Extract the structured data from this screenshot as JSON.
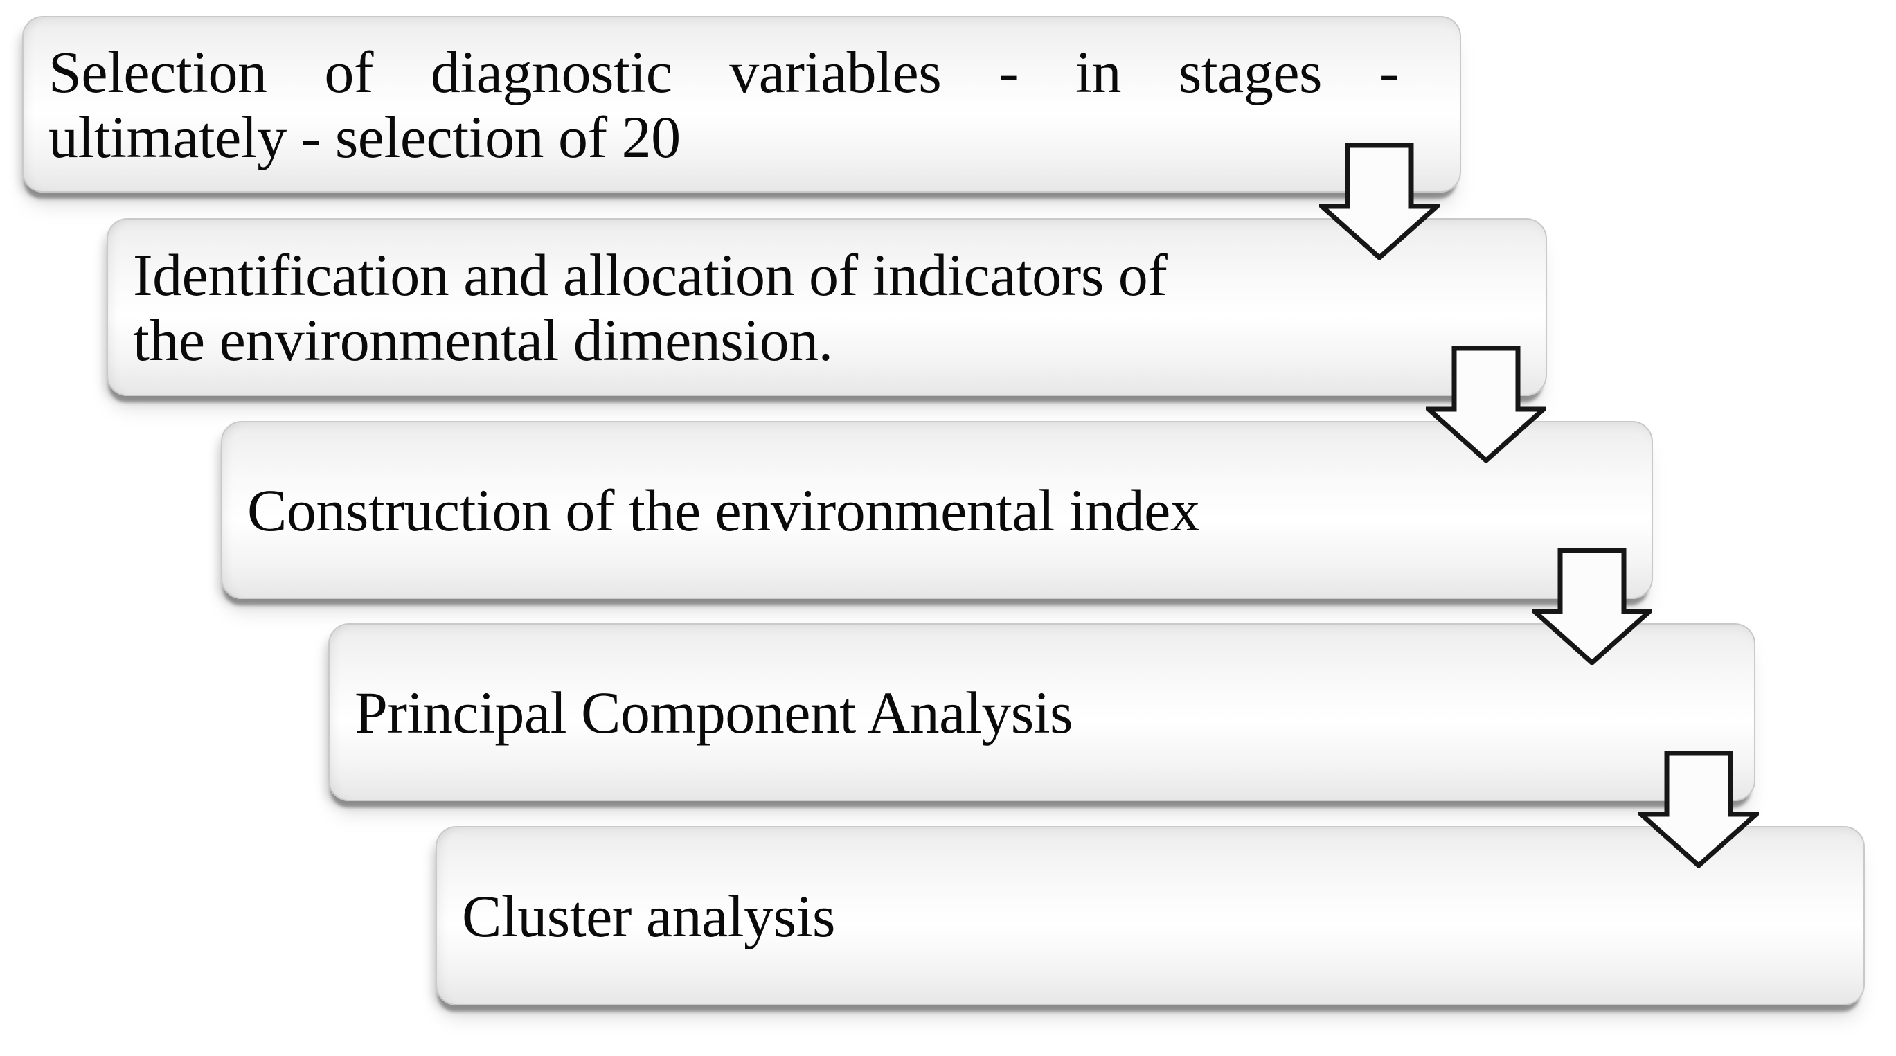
{
  "figure": {
    "type": "process-flowchart",
    "direction": "top-to-bottom",
    "step_count": 5,
    "arrow_count": 4
  },
  "colors": {
    "page_bg": "#ffffff",
    "text_color": "#0a0a0a",
    "box_border": "#c9c9c9",
    "box_fill_top": "#ededed",
    "box_fill_middle": "#ffffff",
    "box_fill_bottom": "#e7e7e7",
    "shadow": "#8f8f8f",
    "arrow_fill": "#fcfcfc",
    "arrow_stroke": "#161616"
  },
  "icons": {
    "connector": "down-arrow"
  },
  "steps": [
    {
      "name": "selection-of-diagnostic-variables",
      "lines": [
        "Selection of diagnostic variables - in stages -",
        "ultimately - selection of 20"
      ]
    },
    {
      "name": "identification-of-indicators",
      "lines": [
        "Identification and allocation of indicators of",
        "the environmental dimension."
      ]
    },
    {
      "name": "construction-of-environmental-index",
      "lines": [
        "Construction of the environmental index"
      ]
    },
    {
      "name": "principal-component-analysis",
      "lines": [
        "Principal Component Analysis"
      ]
    },
    {
      "name": "cluster-analysis",
      "lines": [
        "Cluster analysis"
      ]
    }
  ]
}
